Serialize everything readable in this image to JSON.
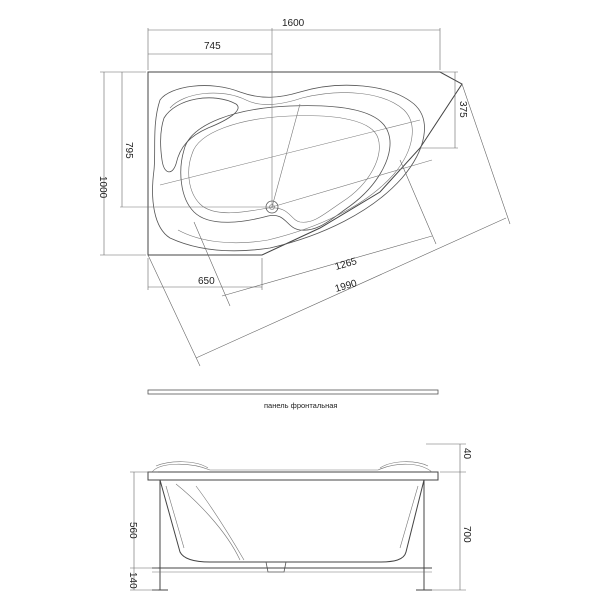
{
  "top_view": {
    "width_total": "1600",
    "depth_total": "1000",
    "offset_745": "745",
    "depth_795": "795",
    "side_375": "375",
    "bottom_650": "650",
    "diag_1265": "1265",
    "diag_1990": "1990"
  },
  "panel": {
    "caption": "панель фронтальная"
  },
  "side_view": {
    "rim_40": "40",
    "height_700": "700",
    "inner_560": "560",
    "leg_140": "140"
  }
}
